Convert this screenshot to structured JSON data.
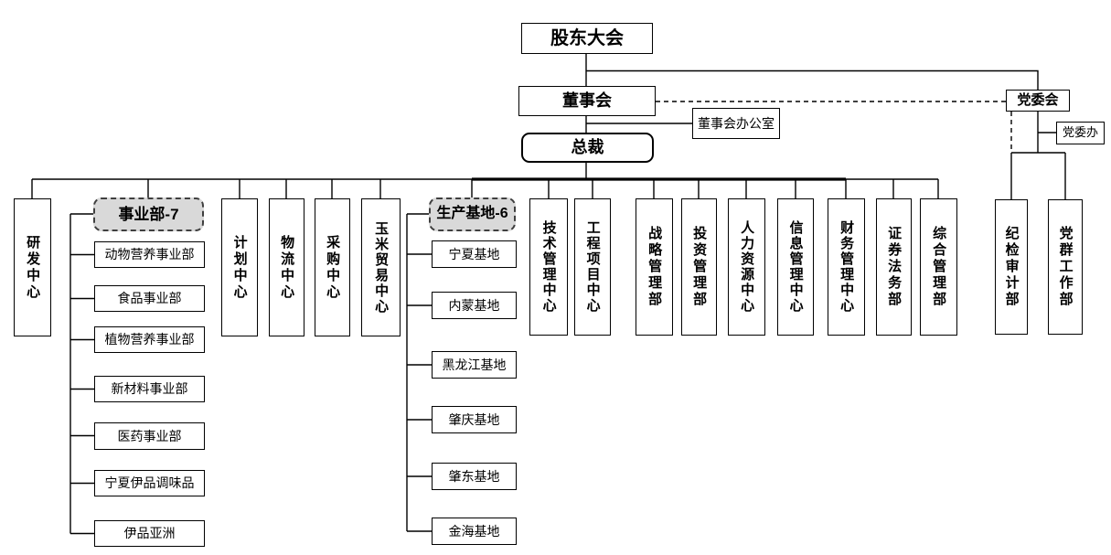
{
  "org_chart": {
    "governance": {
      "shareholders": "股东大会",
      "board": "董事会",
      "board_office": "董事会办公室",
      "president": "总裁",
      "party_committee": "党委会",
      "party_committee_office": "党委办"
    },
    "president_units": {
      "rd_center": "研发中心",
      "business_division_group": {
        "label": "事业部-7",
        "children": [
          "动物营养事业部",
          "食品事业部",
          "植物营养事业部",
          "新材料事业部",
          "医药事业部",
          "宁夏伊品调味品",
          "伊品亚洲"
        ]
      },
      "planning_center": "计划中心",
      "logistics_center": "物流中心",
      "procurement_center": "采购中心",
      "corn_trade_center": "玉米贸易中心",
      "production_base_group": {
        "label": "生产基地-6",
        "children": [
          "宁夏基地",
          "内蒙基地",
          "黑龙江基地",
          "肇庆基地",
          "肇东基地",
          "金海基地"
        ]
      },
      "tech_mgmt_center": "技术管理中心",
      "engineering_project_center": "工程项目中心",
      "strategy_dept": "战略管理部",
      "investment_dept": "投资管理部",
      "hr_center": "人力资源中心",
      "info_mgmt_center": "信息管理中心",
      "finance_mgmt_center": "财务管理中心",
      "securities_legal_dept": "证券法务部",
      "general_mgmt_dept": "综合管理部"
    },
    "party_units": {
      "discipline_audit_dept": "纪检审计部",
      "party_mass_work_dept": "党群工作部"
    },
    "colors": {
      "line": "#000000",
      "group_fill": "#d9d9d9",
      "box_background": "#ffffff"
    }
  }
}
